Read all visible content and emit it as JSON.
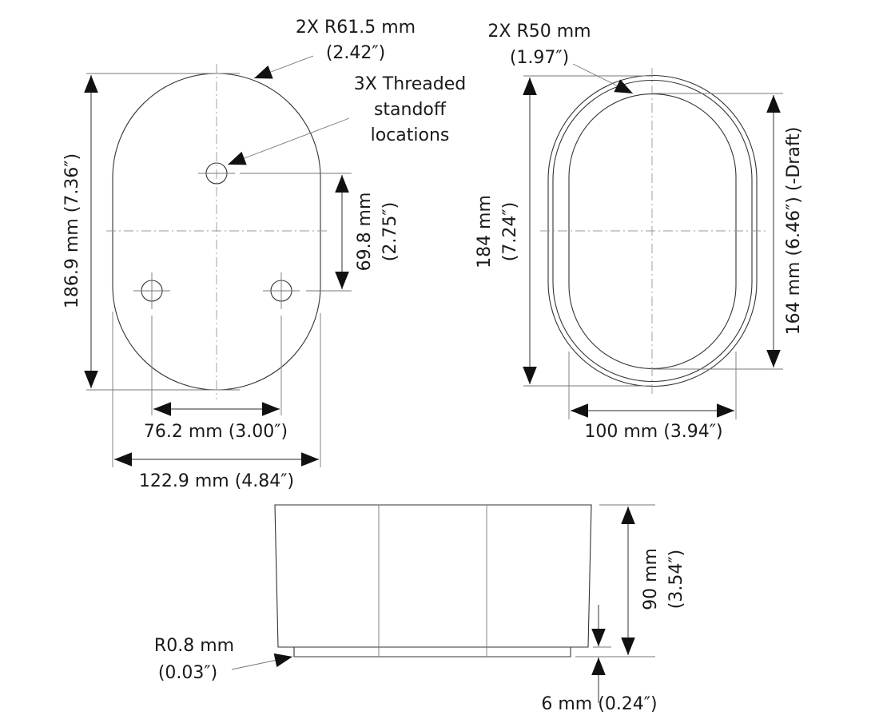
{
  "top_view": {
    "radius_label": "2X R61.5 mm",
    "radius_inch": "(2.42″)",
    "standoff_line1": "3X Threaded",
    "standoff_line2": "standoff",
    "standoff_line3": "locations",
    "height_label": "186.9 mm (7.36″)",
    "hole_spacing_v_mm": "69.8 mm",
    "hole_spacing_v_in": "(2.75″)",
    "hole_spacing_h": "76.2 mm (3.00″)",
    "width_label": "122.9 mm (4.84″)"
  },
  "bottom_view": {
    "radius_label": "2X R50 mm",
    "radius_inch": "(1.97″)",
    "height_mm": "184 mm",
    "height_in": "(7.24″)",
    "inner_height": "164 mm (6.46″) (-Draft)",
    "inner_width": "100 mm (3.94″)"
  },
  "side_view": {
    "height_mm": "90 mm",
    "height_in": "(3.54″)",
    "step": "6 mm (0.24″)",
    "fillet_mm": "R0.8 mm",
    "fillet_in": "(0.03″)"
  }
}
